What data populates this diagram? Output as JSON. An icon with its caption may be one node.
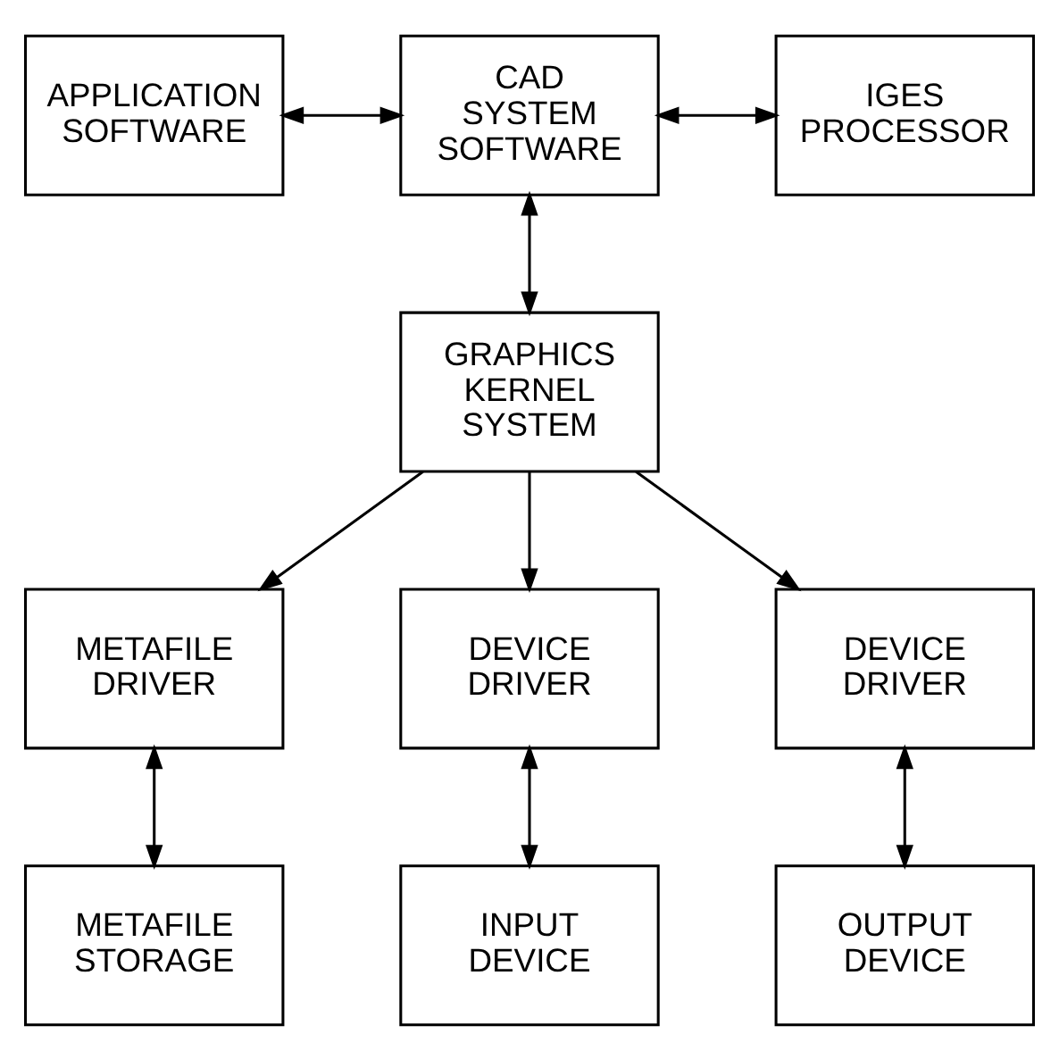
{
  "diagram": {
    "nodes": [
      {
        "text": [
          "APPLICATION SOFTWARE"
        ]
      },
      {
        "text": [
          "CAD SYSTEM SOFTWARE"
        ]
      },
      {
        "text": [
          "IGES PROCESSOR"
        ]
      },
      {
        "text": [
          "GRAPHICS KERNEL SYSTEM"
        ]
      },
      {
        "text": [
          "METAFILE DRIVER"
        ]
      },
      {
        "text": [
          "DEVICE DRIVER"
        ]
      },
      {
        "text": [
          "DEVICE DRIVER"
        ]
      },
      {
        "text": [
          "METAFILE STORAGE"
        ]
      },
      {
        "text": [
          "INPUT DEVICE"
        ]
      },
      {
        "text": [
          "OUTPUT DEVICE"
        ]
      }
    ],
    "edges": [
      {
        "from": 0,
        "to": 1,
        "arrow": "both"
      },
      {
        "from": 1,
        "to": 2,
        "arrow": "both"
      },
      {
        "from": 1,
        "to": 3,
        "arrow": "both"
      },
      {
        "from": 3,
        "to": 4,
        "arrow": "to"
      },
      {
        "from": 3,
        "to": 5,
        "arrow": "to"
      },
      {
        "from": 3,
        "to": 6,
        "arrow": "to"
      },
      {
        "from": 4,
        "to": 7,
        "arrow": "both"
      },
      {
        "from": 5,
        "to": 8,
        "arrow": "both"
      },
      {
        "from": 6,
        "to": 9,
        "arrow": "both"
      }
    ]
  }
}
